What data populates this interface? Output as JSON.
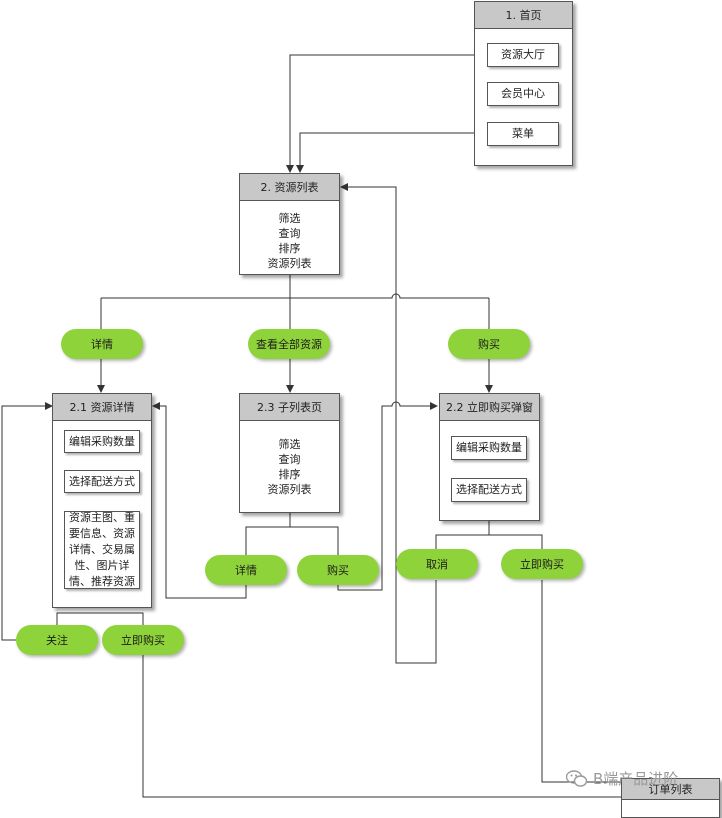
{
  "home": {
    "title": "1. 首页",
    "items": [
      "资源大厅",
      "会员中心",
      "菜单"
    ]
  },
  "resource_list": {
    "title": "2. 资源列表",
    "lines": [
      "筛选",
      "查询",
      "排序",
      "资源列表"
    ]
  },
  "actions": {
    "detail": "详情",
    "view_all": "查看全部资源",
    "buy": "购买"
  },
  "resource_detail": {
    "title": "2.1 资源详情",
    "items": [
      "编辑采购数量",
      "选择配送方式"
    ],
    "info_lines": [
      "资源主图、重",
      "要信息、资源",
      "详情、交易属",
      "性、图片详",
      "情、推荐资源"
    ]
  },
  "sub_list": {
    "title": "2.3 子列表页",
    "lines": [
      "筛选",
      "查询",
      "排序",
      "资源列表"
    ]
  },
  "buy_popup": {
    "title": "2.2 立即购买弹窗",
    "items": [
      "编辑采购数量",
      "选择配送方式"
    ]
  },
  "sub_actions": {
    "detail": "详情",
    "buy": "购买"
  },
  "popup_actions": {
    "cancel": "取消",
    "buy_now": "立即购买"
  },
  "detail_actions": {
    "follow": "关注",
    "buy_now": "立即购买"
  },
  "order_list": {
    "title": "订单列表"
  },
  "watermark": {
    "text": "B端产品进阶"
  }
}
